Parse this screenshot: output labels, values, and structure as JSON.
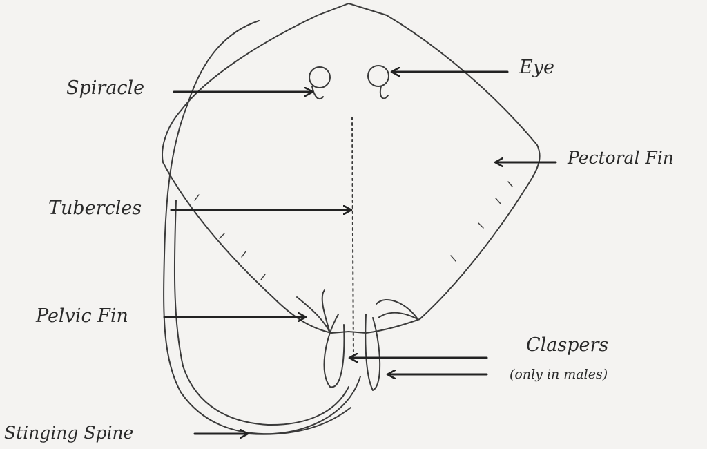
{
  "labels": {
    "spiracle": "Spiracle",
    "eye": "Eye",
    "pectoral_fin": "Pectoral Fin",
    "tubercles": "Tubercles",
    "pelvic_fin": "Pelvic Fin",
    "claspers": "Claspers",
    "claspers_note": "(only in males)",
    "stinging_spine": "Stinging Spine"
  },
  "colors": {
    "ink": "#2a2a2a",
    "paper": "#f4f3f1"
  }
}
